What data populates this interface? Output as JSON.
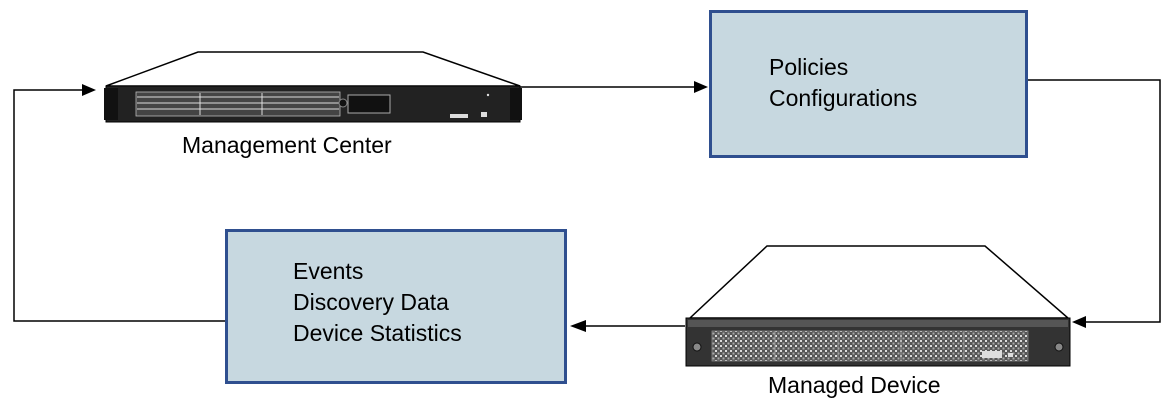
{
  "nodes": {
    "management_center": {
      "label": "Management Center"
    },
    "managed_device": {
      "label": "Managed Device"
    },
    "policies_box": {
      "lines": [
        "Policies",
        "Configurations"
      ]
    },
    "events_box": {
      "lines": [
        "Events",
        "Discovery Data",
        "Device Statistics"
      ]
    }
  },
  "colors": {
    "box_fill": "#c7d8e0",
    "box_border": "#2f4f8f",
    "line": "#000000"
  },
  "icons": {
    "management_center": "rack-server-1u-icon",
    "managed_device": "rack-appliance-icon"
  }
}
